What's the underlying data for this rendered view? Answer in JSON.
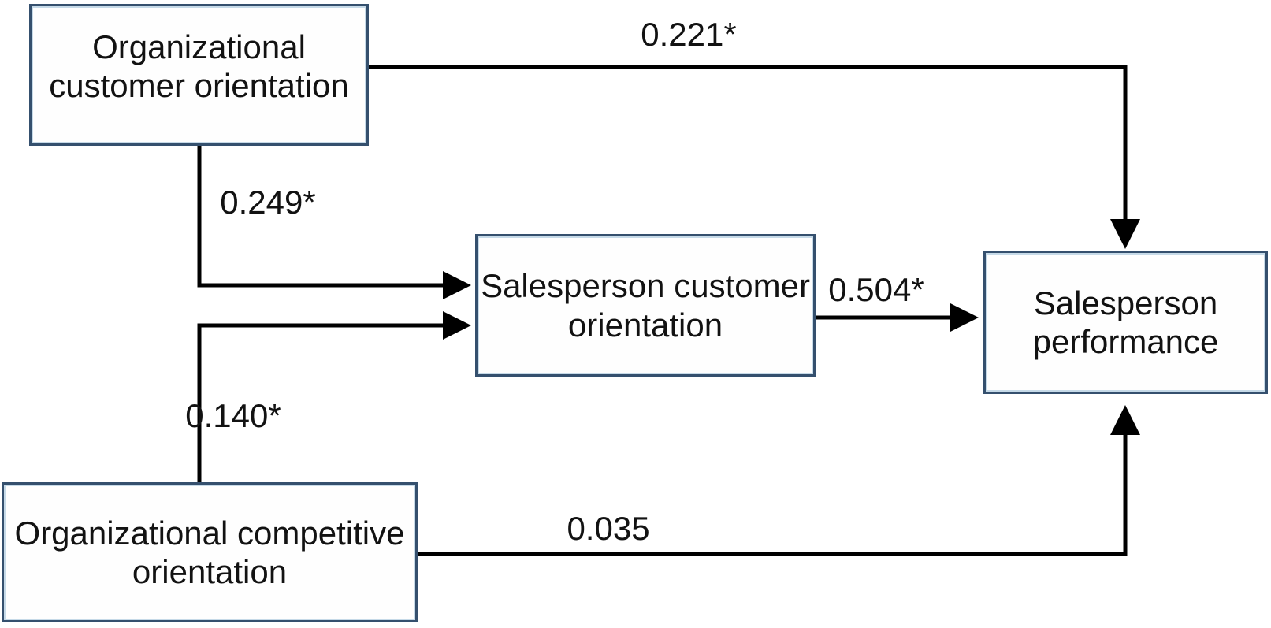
{
  "diagram": {
    "title": "Path model of organizational orientations, salesperson customer orientation, and salesperson performance",
    "background_color": "#ffffff",
    "node_border_color": "#35506e",
    "node_fill_color": "#fefefe",
    "arrow_color": "#000000",
    "text_color": "#121212",
    "nodes": {
      "org_customer": {
        "line1": "Organizational",
        "line2": "customer orientation",
        "full_label": "Organizational customer orientation"
      },
      "org_competitive": {
        "line1": "Organizational competitive",
        "line2": "orientation",
        "full_label": "Organizational competitive orientation"
      },
      "salesperson_customer": {
        "line1": "Salesperson customer",
        "line2": "orientation",
        "full_label": "Salesperson customer orientation"
      },
      "salesperson_performance": {
        "line1": "Salesperson",
        "line2": "performance",
        "full_label": "Salesperson performance"
      }
    },
    "edges": {
      "occ_to_performance": {
        "from": "Organizational customer orientation",
        "to": "Salesperson performance",
        "label": "0.221*"
      },
      "occ_to_spc": {
        "from": "Organizational customer orientation",
        "to": "Salesperson customer orientation",
        "label": "0.249*"
      },
      "oco_to_spc": {
        "from": "Organizational competitive orientation",
        "to": "Salesperson customer orientation",
        "label": "0.140*"
      },
      "spc_to_performance": {
        "from": "Salesperson customer orientation",
        "to": "Salesperson performance",
        "label": "0.504*"
      },
      "oco_to_performance": {
        "from": "Organizational competitive orientation",
        "to": "Salesperson performance",
        "label": "0.035"
      }
    }
  }
}
